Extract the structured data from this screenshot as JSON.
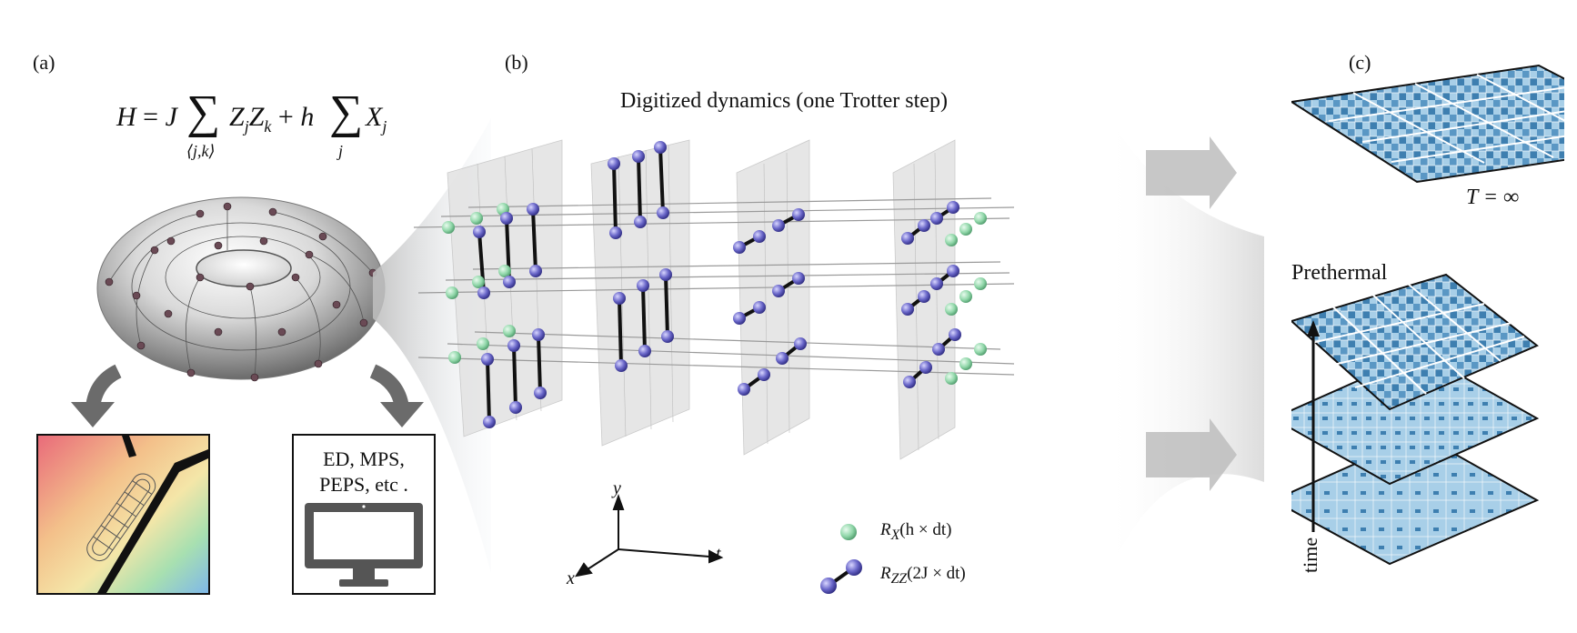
{
  "panels": {
    "a": {
      "label": "(a)",
      "formula": {
        "lhs": "H",
        "eq": "=",
        "J": "J",
        "sum_sub_1": "⟨j,k⟩",
        "term_1": "Z",
        "term_1_sub_a": "j",
        "term_1b": "Z",
        "term_1_sub_b": "k",
        "plus": "+",
        "h": "h",
        "sum_sub_2": "j",
        "term_2": "X",
        "term_2_sub": "j"
      },
      "methods": [
        "ED, MPS,",
        "PEPS, etc ."
      ]
    },
    "b": {
      "label": "(b)",
      "title": "Digitized dynamics (one Trotter step)",
      "axes": {
        "x": "x",
        "y": "y",
        "t": "t"
      },
      "legend": [
        {
          "gate": "R",
          "sub": "X",
          "arg": "(h × dt)"
        },
        {
          "gate": "R",
          "sub": "ZZ",
          "arg": "(2J × dt)"
        }
      ]
    },
    "c": {
      "label": "(c)",
      "top_label": "T = ∞",
      "middle_label": "Prethermal",
      "time_label": "time"
    }
  },
  "colors": {
    "qubit_green": "#8fd6a8",
    "qubit_purple": "#6a67c9",
    "lattice_light": "#a8cfe8",
    "lattice_dark": "#3e7fb0",
    "arrow_gray": "#6b6b6b"
  }
}
